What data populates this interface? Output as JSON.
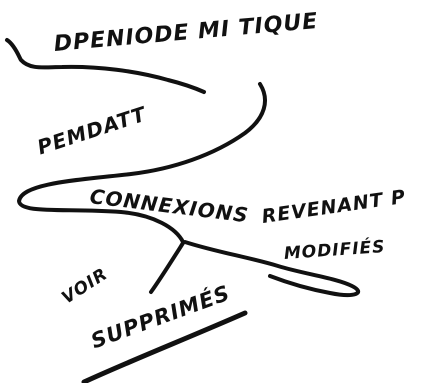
{
  "sketch": {
    "ink_color": "#111111",
    "background": "#ffffff",
    "notes": {
      "top": "DPENIODE MI TIQUE",
      "middle": "PEMDATT",
      "connexion": "CONNEXIONS",
      "right_line1": "REVENANT P",
      "right_line2": "MODIFIÉS",
      "left_line1": "VOIR",
      "left_line2": "SUPPRIMÉS"
    }
  }
}
